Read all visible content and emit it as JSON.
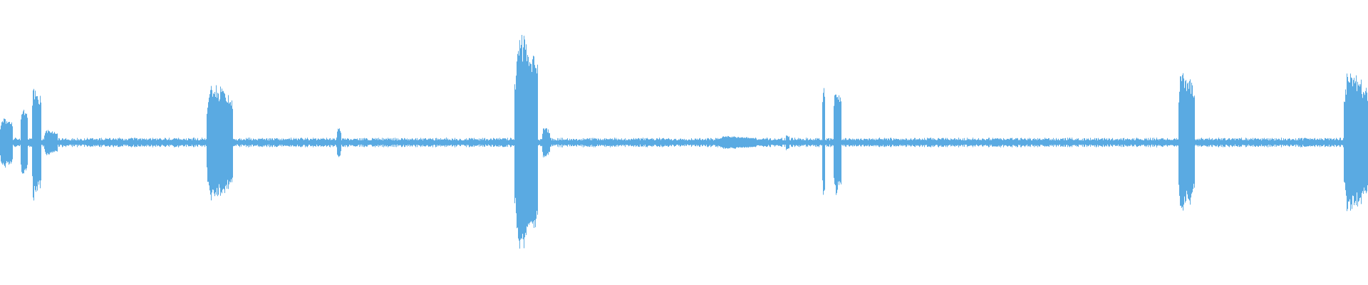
{
  "waveform": {
    "color": "#5aaae2",
    "background": "#ffffff",
    "duration": 1.0,
    "noise_level": 0.035,
    "bursts": [
      {
        "start": 0.0,
        "end": 0.009,
        "amp": 0.2
      },
      {
        "start": 0.015,
        "end": 0.02,
        "amp": 0.28
      },
      {
        "start": 0.023,
        "end": 0.03,
        "amp": 0.45
      },
      {
        "start": 0.032,
        "end": 0.042,
        "amp": 0.1
      },
      {
        "start": 0.151,
        "end": 0.17,
        "amp": 0.45
      },
      {
        "start": 0.246,
        "end": 0.249,
        "amp": 0.12
      },
      {
        "start": 0.376,
        "end": 0.393,
        "amp": 0.82
      },
      {
        "start": 0.396,
        "end": 0.402,
        "amp": 0.12
      },
      {
        "start": 0.525,
        "end": 0.553,
        "amp": 0.05
      },
      {
        "start": 0.574,
        "end": 0.577,
        "amp": 0.06
      },
      {
        "start": 0.601,
        "end": 0.603,
        "amp": 0.5
      },
      {
        "start": 0.609,
        "end": 0.615,
        "amp": 0.42
      },
      {
        "start": 0.861,
        "end": 0.873,
        "amp": 0.55
      },
      {
        "start": 0.982,
        "end": 1.0,
        "amp": 0.55
      }
    ]
  }
}
